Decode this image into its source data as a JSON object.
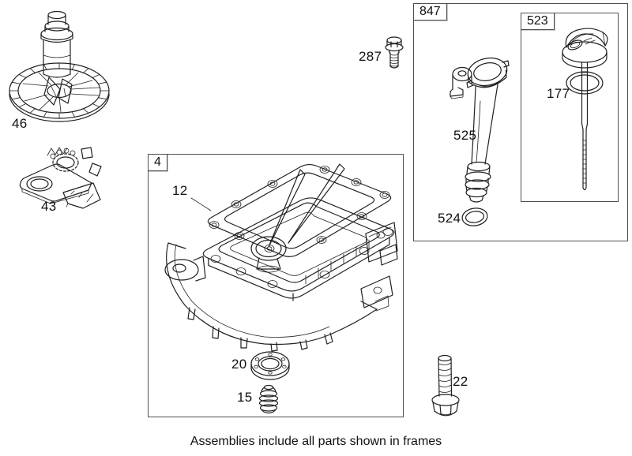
{
  "caption": "Assemblies include all parts shown in frames",
  "frames": {
    "f847": "847",
    "f523": "523",
    "f4": "4"
  },
  "parts": {
    "p46": "46",
    "p43": "43",
    "p287": "287",
    "p525": "525",
    "p524": "524",
    "p177": "177",
    "p12": "12",
    "p20": "20",
    "p15": "15",
    "p22": "22"
  },
  "colors": {
    "line": "#231f20",
    "frame_border": "#4d4f52",
    "background": "#ffffff",
    "text": "#111111"
  }
}
